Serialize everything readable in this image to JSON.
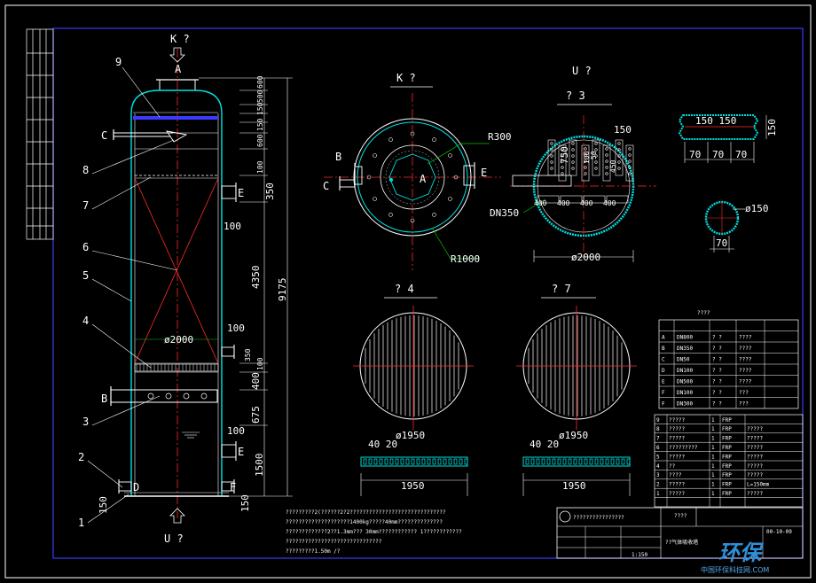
{
  "drawing": {
    "view_top_label": "K ?",
    "view_bottom_label": "U ?",
    "nozzle_top": "A",
    "nozzle_left": "C",
    "nozzle_b": "B",
    "nozzle_d": "D",
    "nozzle_e_upper": "E",
    "nozzle_e_lower": "E",
    "nozzle_f": "F",
    "part_numbers": [
      "9",
      "8",
      "7",
      "6",
      "5",
      "4",
      "3",
      "2",
      "1"
    ],
    "diameter_main": "ø2000",
    "height_total": "9175",
    "dims_right": [
      "150",
      "500",
      "600",
      "150",
      "600",
      "100",
      "350",
      "4350",
      "100",
      "400",
      "675",
      "1500"
    ],
    "dim_100a": "100",
    "dim_100b": "100",
    "dim_350b": "350",
    "dim_100c": "100",
    "dim_150_bottom": "150",
    "dim_150_left": "150",
    "plan_view_title": "K ?",
    "plan_B": "B",
    "plan_C": "C",
    "plan_A": "A",
    "plan_E": "E",
    "plan_R300": "R300",
    "plan_R1000": "R1000",
    "sec_u_title": "U ?",
    "sec3_title": "?   3",
    "sec3_dn350": "DN350",
    "sec3_150": "150",
    "sec3_d2000": "ø2000",
    "sec3_inner": [
      "750",
      "100",
      "50",
      "450",
      "400",
      "400",
      "400",
      "400"
    ],
    "detail_150_150": "150 150",
    "detail_150_side": "150",
    "detail_70s": [
      "70",
      "70",
      "70"
    ],
    "detail_d150": "ø150",
    "detail_70b": "70",
    "sec4_title": "?   4",
    "sec4_d1950": "ø1950",
    "sec4_40_20": "40 20",
    "sec4_1950": "1950",
    "sec7_title": "?   7",
    "sec7_d1950": "ø1950",
    "sec7_40_20": "40 20",
    "sec7_1950": "1950",
    "notes": [
      "?????????2(??????2?2??????????????????????????????",
      "????????????????????1400kg?????40mm??????????????",
      "?????????????2??1.3mm??? 30mm???????????? 1????????????",
      "??????????????????????????????",
      "?????????1.50m /?"
    ],
    "nozzle_table": {
      "title": "????",
      "rows": [
        [
          "A",
          "DN800",
          "? ?",
          "????"
        ],
        [
          "B",
          "DN350",
          "? ?",
          "????"
        ],
        [
          "C",
          "DN50",
          "? ?",
          "????"
        ],
        [
          "D",
          "DN100",
          "? ?",
          "????"
        ],
        [
          "E",
          "DN500",
          "? ?",
          "????"
        ],
        [
          "F",
          "DN100",
          "? ?",
          "???"
        ],
        [
          "F",
          "DN300",
          "? ?",
          "???"
        ]
      ]
    },
    "parts_list": {
      "rows": [
        [
          "9",
          "?????",
          "1",
          "FRP",
          ""
        ],
        [
          "8",
          "?????",
          "1",
          "FRP",
          "?????"
        ],
        [
          "7",
          "?????",
          "1",
          "FRP",
          "?????"
        ],
        [
          "6",
          "?????????",
          "1",
          "FRP",
          "?????"
        ],
        [
          "5",
          "?????",
          "1",
          "FRP",
          "?????"
        ],
        [
          "4",
          "??",
          "1",
          "FRP",
          "?????"
        ],
        [
          "3",
          "????",
          "1",
          "FRP",
          "?????"
        ],
        [
          "2",
          "?????",
          "1",
          "FRP",
          "L=150mm"
        ],
        [
          "1",
          "?????",
          "1",
          "FRP",
          "?????"
        ]
      ]
    },
    "title_block": {
      "company": "????????????????",
      "drawing_name": "??气体吸收塔",
      "date": "00-10-09",
      "scale": "1:150",
      "title_mid": "????"
    },
    "watermark": "环保",
    "watermark_sub": "中国环保科技网.COM",
    "colors": {
      "line": "#ffffff",
      "border": "#3b3bff",
      "center": "#ff2a2a",
      "dim": "#00cc00",
      "hatch": "#00e0e0",
      "accent": "#2f8fd8"
    }
  }
}
